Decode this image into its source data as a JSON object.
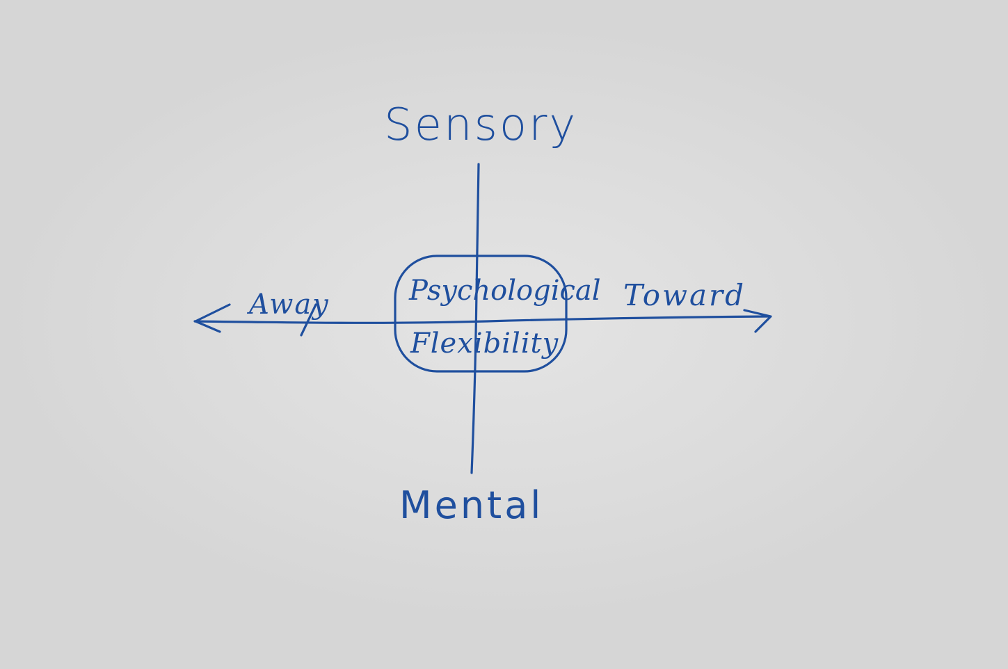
{
  "diagram": {
    "axis_top_label": "Sensory",
    "axis_bottom_label": "Mental",
    "axis_left_label": "Away",
    "axis_right_label": "Toward",
    "center_label_line1": "Psychological",
    "center_label_line2": "Flexibility",
    "ink_color": "#1f4f9e",
    "background_color": "#dcdcdc"
  }
}
